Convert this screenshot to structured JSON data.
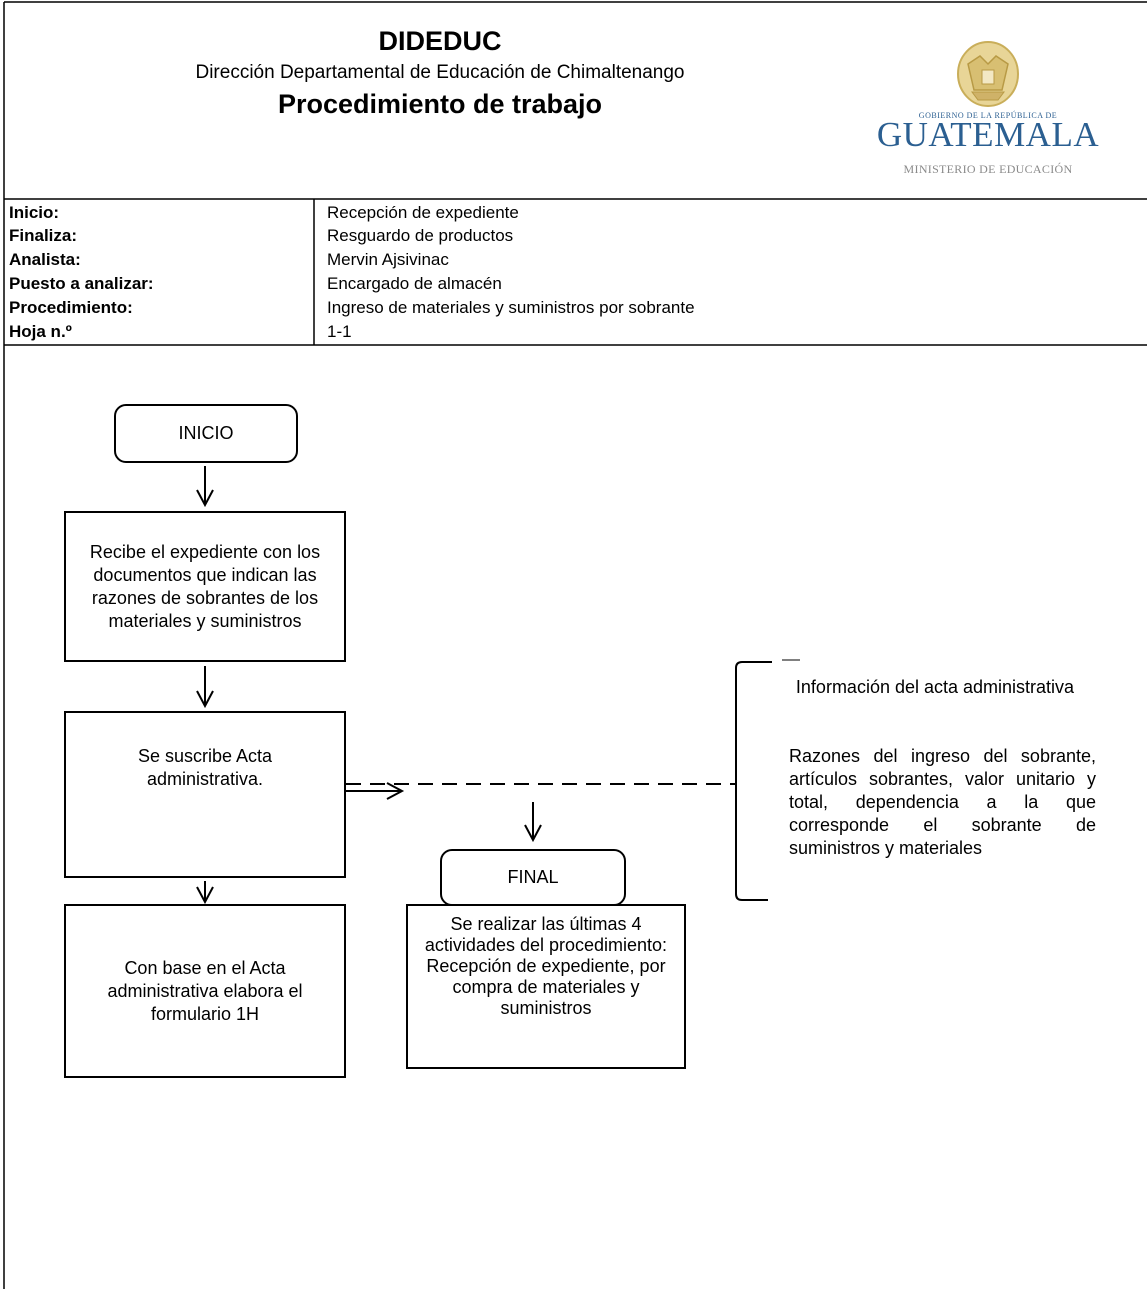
{
  "header": {
    "org": "DIDEDUC",
    "department": "Dirección Departamental de Educación de Chimaltenango",
    "title": "Procedimiento de trabajo",
    "logo": {
      "line1": "GOBIERNO DE LA REPÚBLICA DE",
      "line2": "GUATEMALA",
      "line3": "MINISTERIO DE EDUCACIÓN",
      "icon": "coat-of-arms-icon",
      "color": "#2b5f91"
    }
  },
  "info": [
    {
      "label": "Inicio:",
      "value": "Recepción de expediente"
    },
    {
      "label": "Finaliza:",
      "value": "Resguardo de productos"
    },
    {
      "label": "Analista:",
      "value": "Mervin Ajsivinac"
    },
    {
      "label": "Puesto a analizar:",
      "value": "Encargado de almacén"
    },
    {
      "label": "Procedimiento:",
      "value": "Ingreso de materiales y suministros por sobrante"
    },
    {
      "label": "Hoja n.º",
      "value": "1-1"
    }
  ],
  "flow": {
    "start": "INICIO",
    "step1": "Recibe el expediente con los documentos que indican las razones de sobrantes de los materiales y suministros",
    "step2": "Se suscribe Acta administrativa.",
    "step3": "Con base en el Acta administrativa elabora el formulario 1H",
    "step4": "Se realizar las últimas 4 actividades del procedimiento: Recepción de expediente, por compra de materiales y suministros",
    "end": "FINAL",
    "note_title": "Información del acta administrativa",
    "note_body": "Razones del ingreso del sobrante, artículos sobrantes, valor unitario y total, dependencia a la que corresponde el sobrante de suministros y materiales"
  }
}
